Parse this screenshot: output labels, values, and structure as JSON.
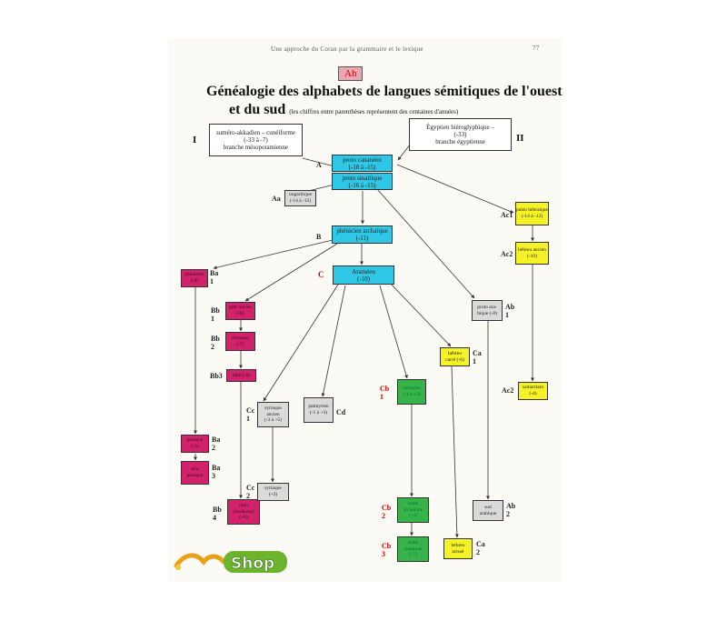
{
  "header": {
    "running_title": "Une approche du Coran par la grammaire et le lexique",
    "page_number": "77"
  },
  "badge": "Ah",
  "title": {
    "line1": "Généalogie des alphabets de langues sémitiques de l'ouest",
    "line2": "et du sud",
    "note": "(les chiffres entre parenthèses représentent des centaines d'années)"
  },
  "roman": {
    "left": "I",
    "right": "II"
  },
  "boxes": {
    "sumero": {
      "line1": "suméro-akkadien – cunéiforme",
      "line2": "(-33 à -7)",
      "line3": "branche mésopotamienne"
    },
    "egyptien": {
      "line1": "Égyptien hiéroglyphique –",
      "line2": "(-33)",
      "line3": "branche égyptienne"
    },
    "proto_canaaneen": {
      "line1": "proto cananéen",
      "line2": "(-18 à -15)"
    },
    "proto_sinaitique": {
      "line1": "proto sinaïtique",
      "line2": "(-16 à -15)"
    },
    "ougaritique": {
      "line1": "ougaritique",
      "line2": "(-14 à -12)"
    },
    "pheniciens": {
      "line1": "phénicien archaïque",
      "line2": "(-11)"
    },
    "arameen": {
      "line1": "Araméen",
      "line2": "(-10)"
    },
    "paleo_hebraique": {
      "line1": "paléo hébraïque",
      "line2": "(-14 à -12)"
    },
    "hebreu_ancien": {
      "line1": "hébreu ancien",
      "line2": "(-10)"
    },
    "samaritain": {
      "line1": "samaritain",
      "line2": "(-4)"
    },
    "ba1": {
      "line1": "phénicien",
      "line2": "(-9)"
    },
    "bb1": {
      "line1": "grec ancien",
      "line2": "(-8)"
    },
    "bb2": {
      "line1": "étrusque",
      "line2": "(-7)"
    },
    "bb3": {
      "line1": "latin (-6)"
    },
    "bb4": {
      "line1": "latin",
      "line2": "(moderne)",
      "line3": "(+6)"
    },
    "ba2": {
      "line1": "punique",
      "line2": "(-5)"
    },
    "ba3": {
      "line1": "néo",
      "line2": "punique"
    },
    "cc1": {
      "line1": "syriaque",
      "line2": "ancien",
      "line3": "(-3 à +5)"
    },
    "cc2": {
      "line1": "syriaque",
      "line2": "(+3)"
    },
    "cd": {
      "line1": "palmyrien",
      "line2": "(-1 à +3)"
    },
    "cb1": {
      "line1": "nabatéen",
      "line2": "(-4 à +3)"
    },
    "cb2": {
      "line1": "arabe",
      "line2": "archaïque",
      "line3": "(+4)"
    },
    "cb3": {
      "line1": "arabe",
      "line2": "classique",
      "line3": "(+7)"
    },
    "ca1": {
      "line1": "hébreu",
      "line2": "carré (-6)"
    },
    "ca2": {
      "line1": "hébreu",
      "line2": "actuel"
    },
    "ab1": {
      "line1": "proto ara-",
      "line2": "bique (-8)"
    },
    "ab2": {
      "line1": "sud",
      "line2": "arabique"
    }
  },
  "labels": {
    "A": "A",
    "Aa": "Aa",
    "B": "B",
    "C": "C",
    "Ac1": "Ac1",
    "Ac2a": "Ac2",
    "Ac2b": "Ac2",
    "Ba1": "Ba\n1",
    "Ba2": "Ba\n2",
    "Ba3": "Ba\n3",
    "Bb1": "Bb\n1",
    "Bb2": "Bb\n2",
    "Bb3": "Bb3",
    "Bb4": "Bb\n4",
    "Cc1": "Cc\n1",
    "Cc2": "Cc\n2",
    "Cd": "Cd",
    "Cb1": "Cb\n1",
    "Cb2": "Cb\n2",
    "Cb3": "Cb\n3",
    "Ca1": "Ca\n1",
    "Ca2": "Ca\n2",
    "Ab1": "Ab\n1",
    "Ab2": "Ab\n2"
  },
  "logo": {
    "text": "Shop"
  }
}
